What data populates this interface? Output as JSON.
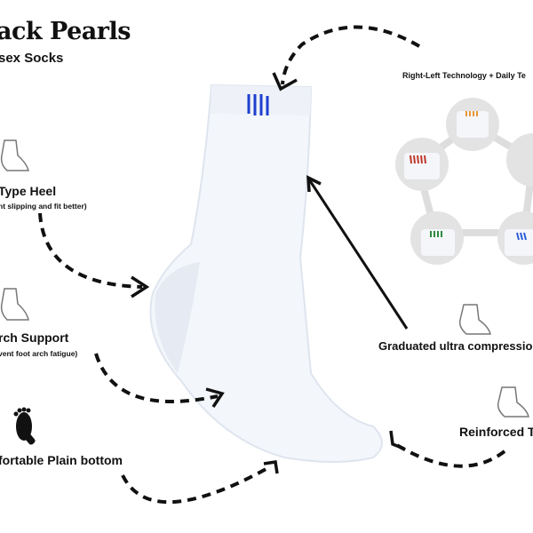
{
  "brand": {
    "title": "ack Pearls",
    "subtitle": "sex Socks"
  },
  "technology": {
    "heading": "Right-Left Technology + Daily Te",
    "stripe_colors": [
      "#e8953a",
      "#c0392b",
      "#2e8b3e",
      "#2e5bd8",
      "#7a5ad0"
    ]
  },
  "features": {
    "heel": {
      "title": "Type Heel",
      "note": "nt slipping and fit better)"
    },
    "arch": {
      "title": "rch Support",
      "note": "vent foot arch fatigue)"
    },
    "bottom": {
      "title": "fortable Plain bottom"
    },
    "compression": {
      "title": "Graduated ultra compression"
    },
    "toe": {
      "title": "Reinforced T"
    }
  },
  "sock": {
    "stripe_color": "#1e3fd0"
  }
}
